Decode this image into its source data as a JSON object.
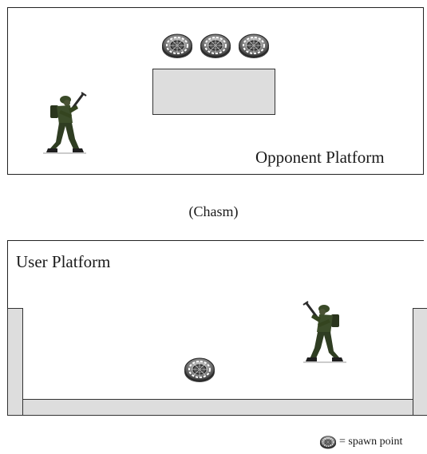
{
  "opponent_platform": {
    "label": "Opponent Platform"
  },
  "chasm": {
    "label": "(Chasm)"
  },
  "user_platform": {
    "label": "User Platform"
  },
  "legend": {
    "text": "= spawn point",
    "icon": "spawn-point-icon"
  },
  "colors": {
    "block_fill": "#dddddd",
    "outline": "#222222",
    "soldier_green": "#2f3d22"
  }
}
